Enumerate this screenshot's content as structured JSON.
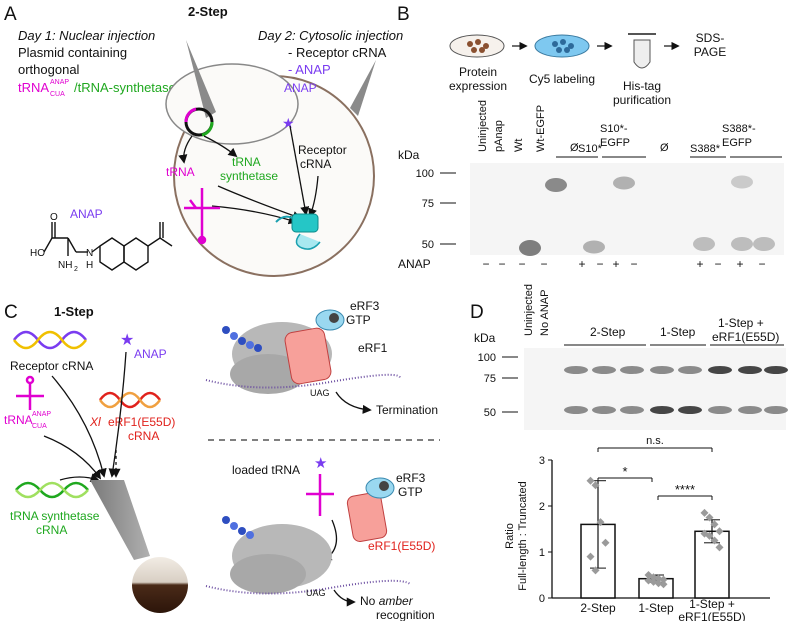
{
  "panels": {
    "A": "A",
    "B": "B",
    "C": "C",
    "D": "D"
  },
  "panelA": {
    "heading": "2-Step",
    "day1": "Day 1: Nuclear injection",
    "plasmid_l1": "Plasmid containing",
    "plasmid_l2": "orthogonal",
    "trna": "tRNA",
    "trna_sup": "ANAP",
    "trna_sub": "CUA",
    "synth": "/tRNA-synthetase",
    "day2": "Day 2: Cytosolic injection",
    "receptor_item": "- Receptor cRNA",
    "anap_item": "- ANAP",
    "anap_cell": "ANAP",
    "trna_label": "tRNA",
    "tsynth_l1": "tRNA",
    "tsynth_l2": "synthetase",
    "receptor_l1": "Receptor",
    "receptor_l2": "cRNA",
    "anap_mol": "ANAP",
    "oh": "HO",
    "o": "O",
    "nh2": "NH",
    "nh2_sub": "2",
    "nh": "N",
    "h": "H"
  },
  "panelB": {
    "steps": [
      "Protein expression",
      "Cy5 labeling",
      "His-tag purification",
      "SDS-PAGE"
    ],
    "lanes": [
      "Uninjected",
      "pAnap",
      "Wt",
      "Wt-EGFP",
      "Ø",
      "S10*",
      "S10*-EGFP",
      "Ø",
      "S388*",
      "S388*-EGFP"
    ],
    "kda": "kDa",
    "markers": [
      "100",
      "75",
      "50"
    ],
    "anap_label": "ANAP",
    "anap_signs": [
      "−",
      "−",
      "−",
      "−",
      "+",
      "−",
      "+",
      "−",
      "+",
      "−",
      "+",
      "−"
    ]
  },
  "panelC": {
    "heading": "1-Step",
    "receptor": "Receptor cRNA",
    "anap": "ANAP",
    "xl": "Xl",
    "erf1": "eRF1(E55D)",
    "crna": "cRNA",
    "trna": "tRNA",
    "trna_sup": "ANAP",
    "trna_sub": "CUA",
    "tsynth_l1": "tRNA synthetase",
    "tsynth_l2": "cRNA",
    "erf3": "eRF3",
    "gtp": "GTP",
    "erf1_plain": "eRF1",
    "uag": "UAG",
    "termination": "Termination",
    "loaded": "loaded tRNA",
    "erf3b": "eRF3",
    "gtpb": "GTP",
    "erf1_mut": "eRF1(E55D)",
    "uag2": "UAG",
    "no": "No ",
    "amber": "amber",
    "recognition": "recognition"
  },
  "panelD": {
    "kda": "kDa",
    "lanes": [
      "Uninjected",
      "No ANAP"
    ],
    "groups": [
      "2-Step",
      "1-Step",
      "1-Step +",
      "eRF1(E55D)"
    ],
    "markers": [
      "100",
      "75",
      "50"
    ],
    "ns": "n.s.",
    "star1": "*",
    "star4": "****"
  },
  "chart_data": {
    "type": "bar",
    "categories": [
      "2-Step",
      "1-Step",
      "1-Step + eRF1(E55D)"
    ],
    "values": [
      1.6,
      0.42,
      1.45
    ],
    "errors": [
      0.95,
      0.08,
      0.25
    ],
    "points": [
      [
        2.55,
        2.45,
        1.65,
        1.2,
        0.9,
        0.6
      ],
      [
        0.5,
        0.45,
        0.42,
        0.4,
        0.38,
        0.35,
        0.32,
        0.3
      ],
      [
        1.85,
        1.75,
        1.6,
        1.45,
        1.4,
        1.35,
        1.25,
        1.1
      ]
    ],
    "ylabel_l1": "Ratio",
    "ylabel_l2": "Full-length : Truncated",
    "ylim": [
      0,
      3
    ],
    "yticks": [
      "0",
      "1",
      "2",
      "3"
    ]
  }
}
